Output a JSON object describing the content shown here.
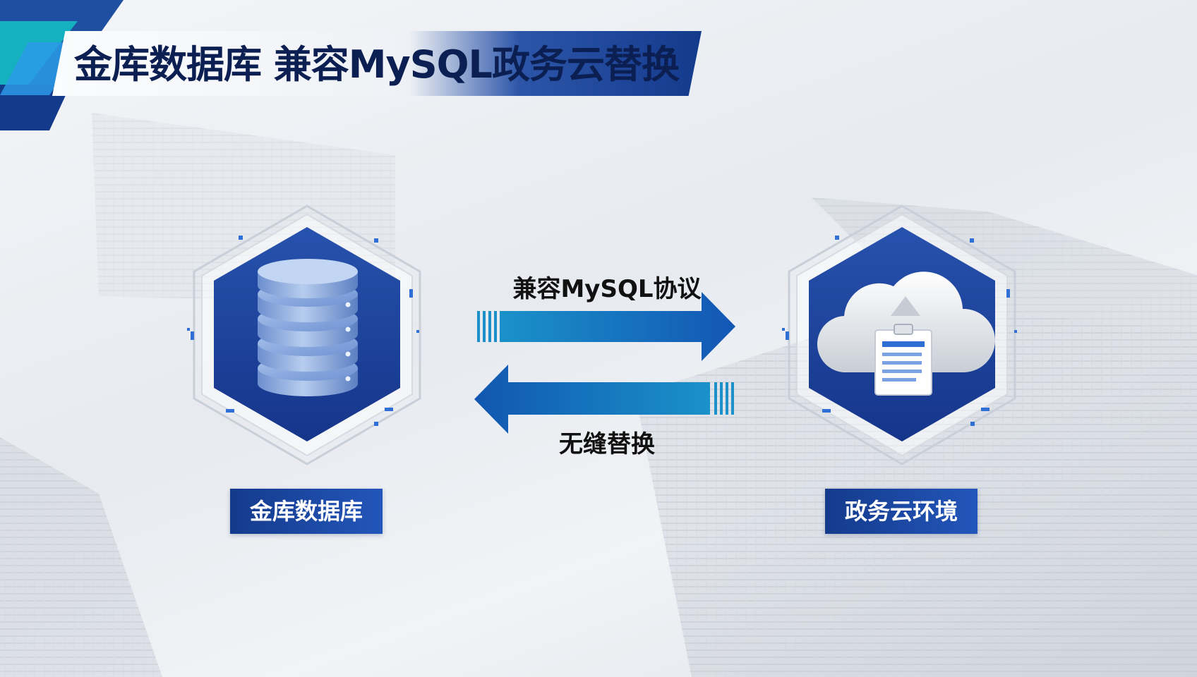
{
  "title": "金库数据库 兼容MySQL政务云替换",
  "arrow_top_label": "兼容MySQL协议",
  "arrow_bottom_label": "无缝替换",
  "left_node": {
    "label": "金库数据库",
    "icon": "database-icon"
  },
  "right_node": {
    "label": "政务云环境",
    "icon": "cloud-document-icon"
  },
  "colors": {
    "primary": "#1e4aa6",
    "dark": "#143a8c",
    "accent": "#1d8ee6",
    "teal": "#0fb3c8"
  }
}
